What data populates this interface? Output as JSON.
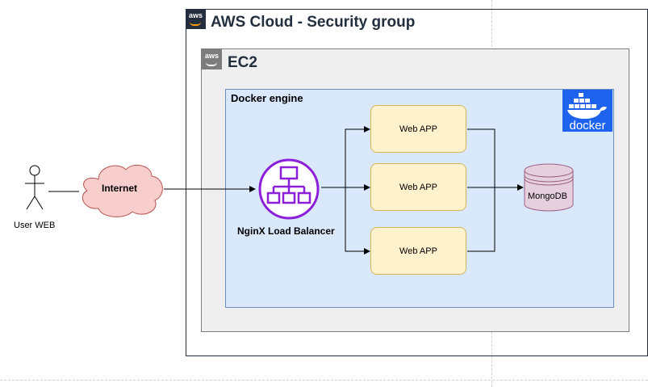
{
  "aws_cloud": {
    "title": "AWS Cloud - Security group",
    "logo_text": "aws"
  },
  "ec2": {
    "title": "EC2",
    "logo_text": "aws"
  },
  "docker_engine": {
    "title": "Docker engine",
    "logo_text": "docker"
  },
  "user": {
    "label": "User WEB"
  },
  "internet": {
    "label": "Internet"
  },
  "load_balancer": {
    "label": "NginX Load Balancer"
  },
  "web_apps": [
    {
      "label": "Web APP"
    },
    {
      "label": "Web APP"
    },
    {
      "label": "Web APP"
    }
  ],
  "database": {
    "label": "MongoDB"
  },
  "colors": {
    "aws_dark": "#232f3e",
    "aws_orange": "#ff9900",
    "ec2_fill": "#efefef",
    "docker_engine_fill": "#dae8fc",
    "docker_engine_border": "#6c8ebf",
    "docker_blue": "#1d63ed",
    "webapp_fill": "#fff2cc",
    "webapp_border": "#d6b656",
    "cloud_fill": "#f8cecc",
    "cloud_border": "#b85450",
    "nginx_purple": "#8c1fd9",
    "db_fill": "#e6d0de",
    "db_border": "#996185"
  }
}
